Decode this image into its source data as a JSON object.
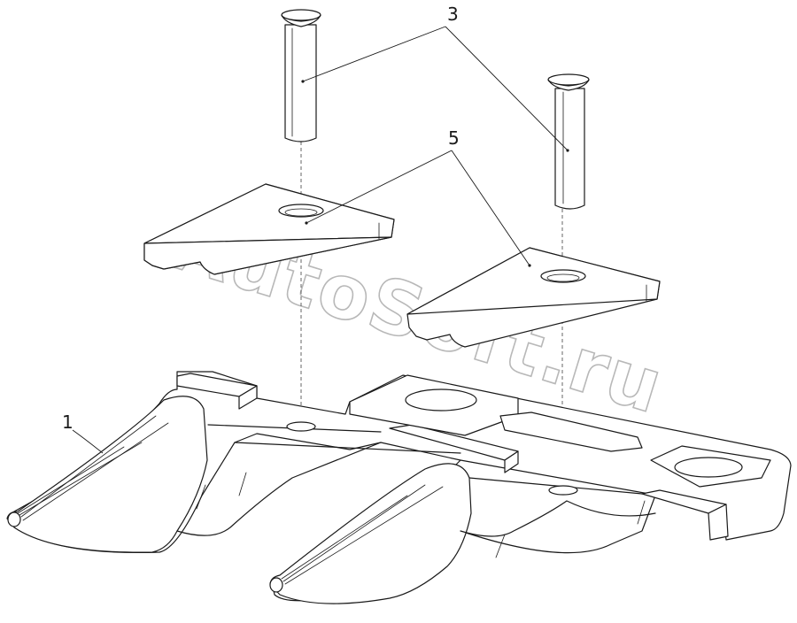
{
  "callouts": {
    "label_1": "1",
    "label_3": "3",
    "label_5": "5"
  },
  "watermark": {
    "text": "AutoSoft.ru",
    "color": "#b8b8b8"
  }
}
